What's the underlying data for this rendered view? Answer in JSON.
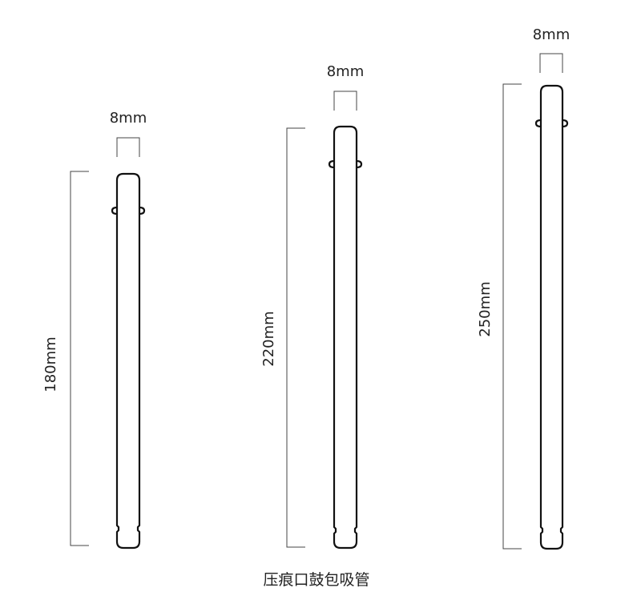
{
  "caption": "压痕口鼓包吸管",
  "straws": [
    {
      "length_label": "180mm",
      "width_label": "8mm"
    },
    {
      "length_label": "220mm",
      "width_label": "8mm"
    },
    {
      "length_label": "250mm",
      "width_label": "8mm"
    }
  ]
}
